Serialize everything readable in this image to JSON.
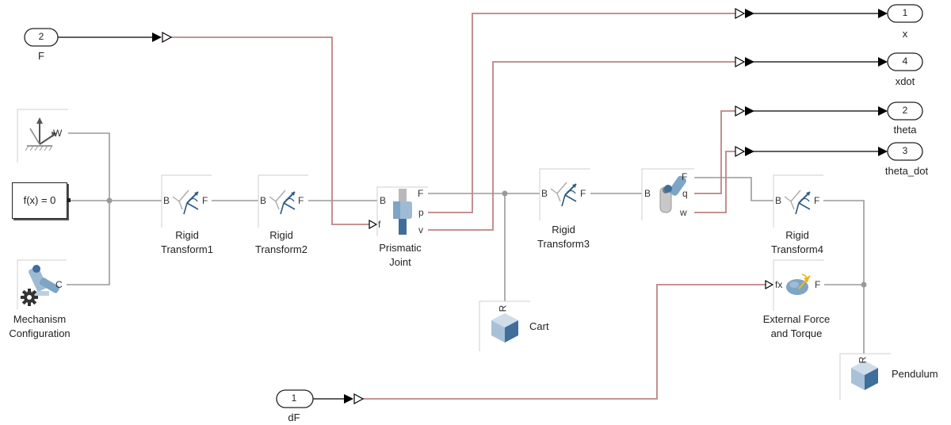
{
  "inports": [
    {
      "id": "F",
      "number": "2",
      "label": "F"
    },
    {
      "id": "dF",
      "number": "1",
      "label": "dF"
    }
  ],
  "outports": [
    {
      "id": "x",
      "number": "1",
      "label": "x"
    },
    {
      "id": "xdot",
      "number": "4",
      "label": "xdot"
    },
    {
      "id": "theta",
      "number": "2",
      "label": "theta"
    },
    {
      "id": "theta_dot",
      "number": "3",
      "label": "theta_dot"
    }
  ],
  "solver": {
    "text": "f(x) = 0"
  },
  "mechanism": {
    "name_line1": "Mechanism",
    "name_line2": "Configuration",
    "port": "C"
  },
  "world_frame": {
    "port": "W"
  },
  "rigid_transforms": [
    {
      "name_line1": "Rigid",
      "name_line2": "Transform1",
      "port_in": "B",
      "port_out": "F"
    },
    {
      "name_line1": "Rigid",
      "name_line2": "Transform2",
      "port_in": "B",
      "port_out": "F"
    },
    {
      "name_line1": "Rigid",
      "name_line2": "Transform3",
      "port_in": "B",
      "port_out": "F"
    },
    {
      "name_line1": "Rigid",
      "name_line2": "Transform4",
      "port_in": "B",
      "port_out": "F"
    }
  ],
  "prismatic": {
    "name_line1": "Prismatic",
    "name_line2": "Joint",
    "port_b": "B",
    "port_f_in": "f",
    "port_f": "F",
    "port_p": "p",
    "port_v": "v"
  },
  "revolute": {
    "port_b": "B",
    "port_f": "F",
    "port_q": "q",
    "port_w": "w"
  },
  "cart": {
    "name": "Cart",
    "port": "R"
  },
  "pendulum": {
    "name": "Pendulum",
    "port": "R"
  },
  "external_force": {
    "name_line1": "External Force",
    "name_line2": "and Torque",
    "port_in": "fx",
    "port_out": "F"
  },
  "colors": {
    "physical_line": "#8c8c8c",
    "signal_line": "#000000",
    "physical_signal_line": "#b97a7a",
    "block_blue": "#3d6f9a",
    "block_light": "#9fbbd4"
  },
  "icons": [
    "frame-axes-icon",
    "gear-icon",
    "robot-arm-icon",
    "prismatic-icon",
    "revolute-icon",
    "cube-icon",
    "force-arrow-icon"
  ]
}
